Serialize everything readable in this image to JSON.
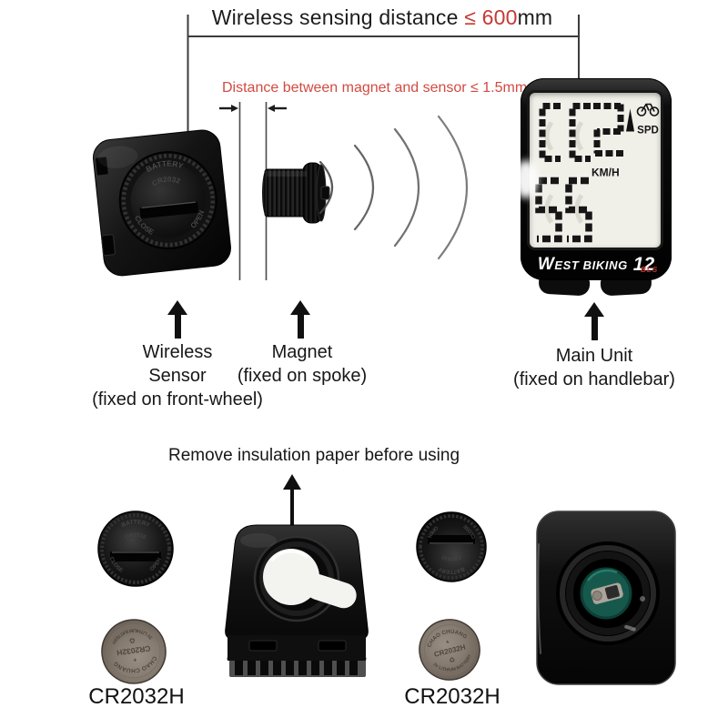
{
  "colors": {
    "accent_red": "#c43a32",
    "ink": "#1c1c1c",
    "lcd_bg": "#f0efe8",
    "pcb_green": "#16594c"
  },
  "header": {
    "title_prefix": "Wireless sensing distance",
    "title_value": "≤ 600",
    "title_unit": "mm",
    "gap_note": "Distance between magnet and sensor ≤ 1.5mm"
  },
  "labels": {
    "sensor": {
      "line1": "Wireless",
      "line2": "Sensor",
      "line3": "(fixed on front-wheel)"
    },
    "magnet": {
      "line1": "Magnet",
      "line2": "(fixed on spoke)"
    },
    "main_unit": {
      "line1": "Main Unit",
      "line2": "(fixed on handlebar)"
    }
  },
  "main_unit": {
    "lcd": {
      "speed_digit": "2",
      "spd_label": "SPD",
      "kmh_label": "KM/H"
    },
    "brand": "WEST BIKING",
    "model_number": "12",
    "model_suffix": "BLS"
  },
  "battery_cover": {
    "line1": "BATTERY",
    "line2": "CR2032",
    "close": "CLOSE",
    "open": "OPEN"
  },
  "coin_battery": {
    "brand": "CHAO CHUANG",
    "plus": "+",
    "model": "CR2032H",
    "recycle": "♻",
    "type": "3V LITHIUM BATTERY"
  },
  "bottom": {
    "instruction": "Remove insulation paper before using",
    "battery_label_left": "CR2032H",
    "battery_label_right": "CR2032H"
  }
}
